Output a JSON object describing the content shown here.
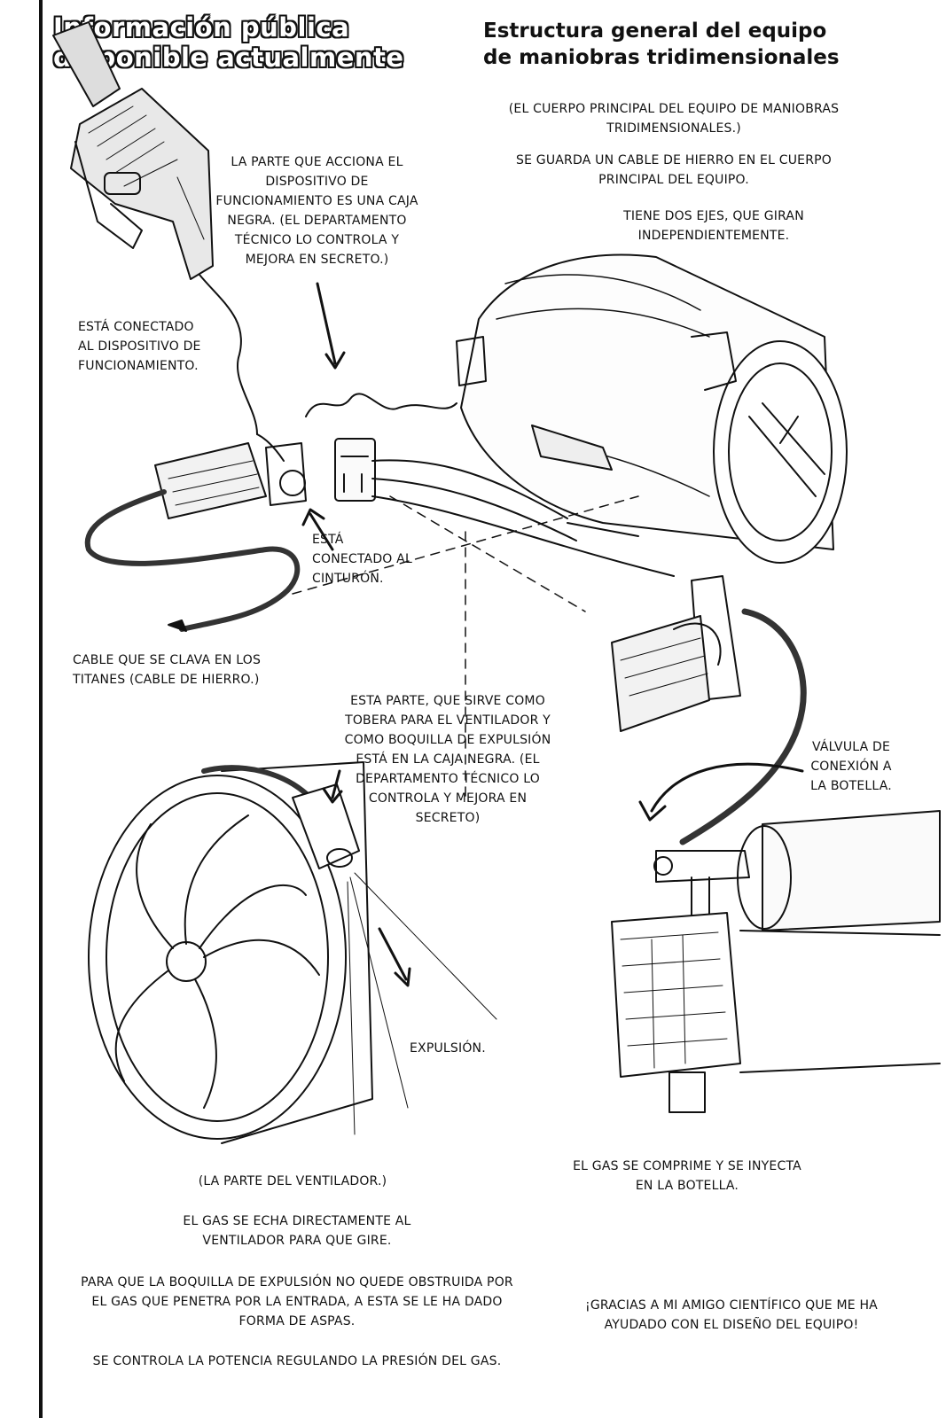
{
  "header": {
    "title_left_line1": "Información pública",
    "title_left_line2": "disponible actualmente",
    "title_right_line1": "Estructura general del equipo",
    "title_right_line2": "de maniobras tridimensionales"
  },
  "notes": {
    "main_body": "(El cuerpo principal del equipo de maniobras tridimensionales.)",
    "iron_cable_stored": "Se guarda un cable de hierro en el cuerpo principal del equipo.",
    "two_axes": "Tiene dos ejes, que giran independientemente.",
    "black_box": "La parte que acciona el dispositivo de funcionamiento es una caja negra. (El departamento técnico lo controla y mejora en secreto.)",
    "connected_device": "Está conectado al dispositivo de funcionamiento.",
    "connected_belt": "Está conectado al cinturón.",
    "titan_cable": "Cable que se clava en los titanes (cable de hierro.)",
    "nozzle": "Esta parte, que sirve como tobera para el ventilador y como boquilla de expulsión está en la caja negra. (El departamento técnico lo controla y mejora en secreto)",
    "valve": "Válvula de conexión a la botella.",
    "expulsion": "Expulsión.",
    "fan_part": "(La parte del ventilador.)",
    "gas_fan": "El gas se echa directamente al ventilador para que gire.",
    "blades": "Para que la boquilla de expulsión no quede obstruida por el gas que penetra por la entrada, a esta se le ha dado forma de aspas.",
    "power": "Se controla la potencia regulando la presión del gas.",
    "gas_compressed": "El gas se comprime y se inyecta en la botella.",
    "thanks": "¡Gracias a mi amigo científico que me ha ayudado con el diseño del equipo!"
  }
}
